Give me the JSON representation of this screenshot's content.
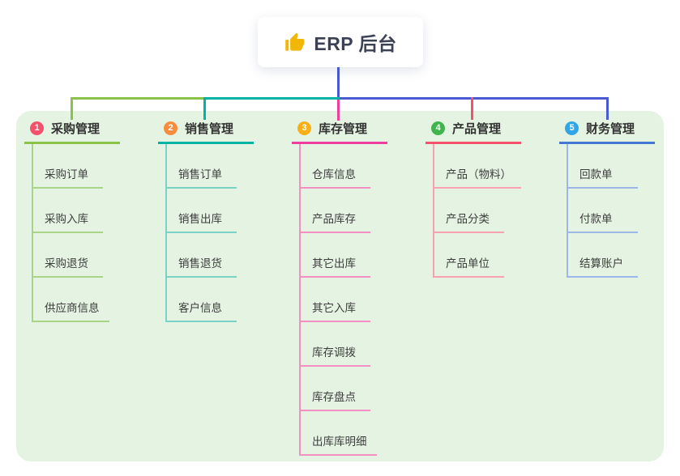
{
  "root": {
    "title": "ERP 后台",
    "icon": "thumbs-up-icon"
  },
  "branches": [
    {
      "num": "1",
      "label": "采购管理",
      "badge_color": "#f4516c",
      "line_color": "#8bc34a",
      "items": [
        "采购订单",
        "采购入库",
        "采购退货",
        "供应商信息"
      ]
    },
    {
      "num": "2",
      "label": "销售管理",
      "badge_color": "#f68c3e",
      "line_color": "#00b3a4",
      "items": [
        "销售订单",
        "销售出库",
        "销售退货",
        "客户信息"
      ]
    },
    {
      "num": "3",
      "label": "库存管理",
      "badge_color": "#f9b018",
      "line_color": "#ee3f9e",
      "items": [
        "仓库信息",
        "产品库存",
        "其它出库",
        "其它入库",
        "库存调拨",
        "库存盘点",
        "出库库明细"
      ]
    },
    {
      "num": "4",
      "label": "产品管理",
      "badge_color": "#3fb54b",
      "line_color": "#f4516c",
      "items": [
        "产品（物料）",
        "产品分类",
        "产品单位"
      ]
    },
    {
      "num": "5",
      "label": "财务管理",
      "badge_color": "#31a5e5",
      "line_color": "#4677d4",
      "items": [
        "回款单",
        "付款单",
        "结算账户"
      ]
    }
  ],
  "colors": {
    "canvas_bg": "#ffffff",
    "panel_bg": "#e5f4e2",
    "root_connector": "#4a5ad2",
    "thumb_icon": "#f2b705"
  }
}
